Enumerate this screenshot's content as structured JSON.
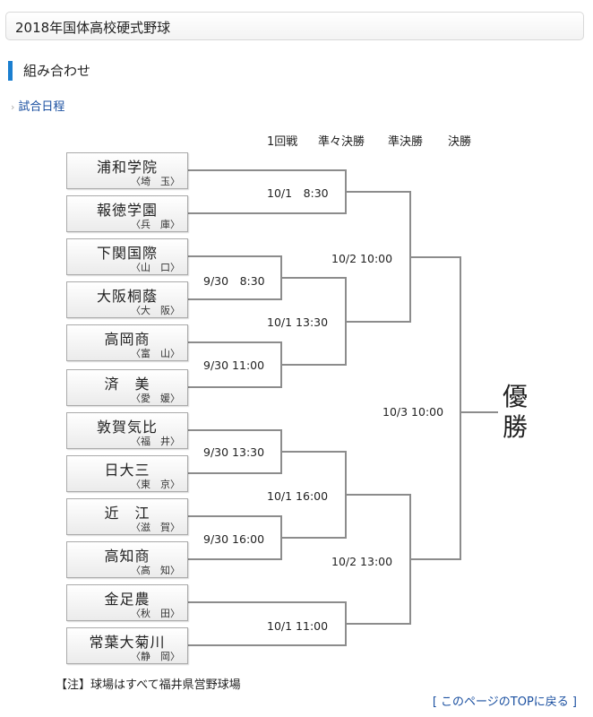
{
  "page_title": "2018年国体高校硬式野球",
  "section_title": "組み合わせ",
  "schedule_link": "試合日程",
  "rounds": [
    "1回戦",
    "準々決勝",
    "準決勝",
    "決勝"
  ],
  "teams": [
    {
      "name": "浦和学院",
      "pref": "〈埼　玉〉"
    },
    {
      "name": "報徳学園",
      "pref": "〈兵　庫〉"
    },
    {
      "name": "下関国際",
      "pref": "〈山　口〉"
    },
    {
      "name": "大阪桐蔭",
      "pref": "〈大　阪〉"
    },
    {
      "name": "高岡商",
      "pref": "〈富　山〉"
    },
    {
      "name": "済　美",
      "pref": "〈愛　媛〉"
    },
    {
      "name": "敦賀気比",
      "pref": "〈福　井〉"
    },
    {
      "name": "日大三",
      "pref": "〈東　京〉"
    },
    {
      "name": "近　江",
      "pref": "〈滋　賀〉"
    },
    {
      "name": "高知商",
      "pref": "〈高　知〉"
    },
    {
      "name": "金足農",
      "pref": "〈秋　田〉"
    },
    {
      "name": "常葉大菊川",
      "pref": "〈静　岡〉"
    }
  ],
  "matches": {
    "r1_1": "9/30　8:30",
    "r1_2": "9/30 11:00",
    "r1_3": "9/30 13:30",
    "r1_4": "9/30 16:00",
    "qf_1": "10/1　8:30",
    "qf_2": "10/1 13:30",
    "qf_3": "10/1 16:00",
    "qf_4": "10/1 11:00",
    "sf_1": "10/2 10:00",
    "sf_2": "10/2 13:00",
    "final": "10/3 10:00"
  },
  "winner_label": "優勝",
  "note": "【注】球場はすべて福井県営野球場",
  "top_link": "[ このページのTOPに戻る ]"
}
